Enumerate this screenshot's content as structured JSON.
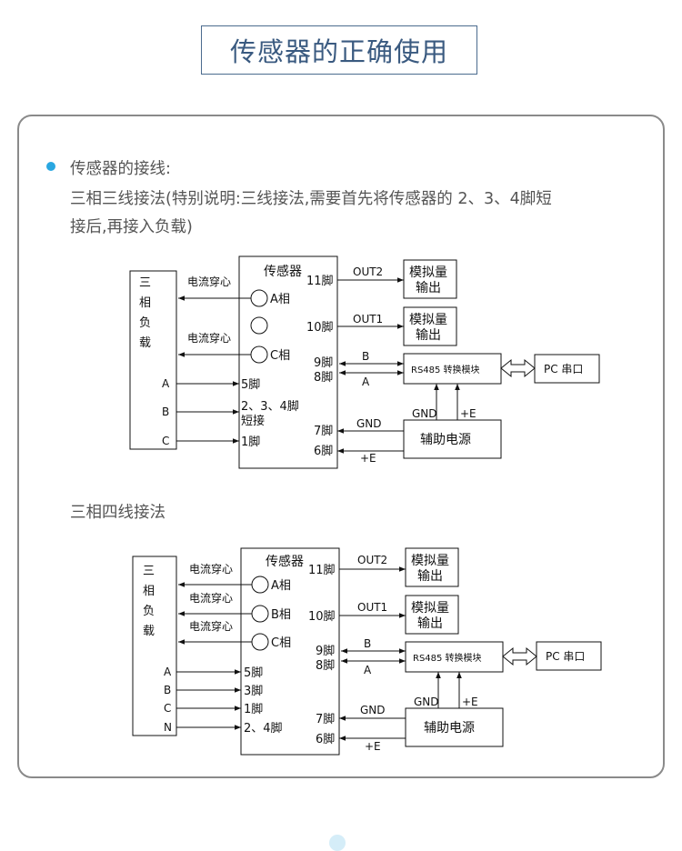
{
  "header": {
    "title": "传感器的正确使用"
  },
  "intro": {
    "heading": "传感器的接线:",
    "line1": "三相三线接法(特别说明:三线接法,需要首先将传感器的 2、3、4脚短",
    "line2": "接后,再接入负载)",
    "section2": "三相四线接法"
  },
  "diagram1": {
    "load": [
      "三",
      "相",
      "负",
      "载"
    ],
    "sensor": "传感器",
    "current_label": "电流穿心",
    "phaseA": "A相",
    "phaseC": "C相",
    "inA": "A",
    "inB": "B",
    "inC": "C",
    "pin5": "5脚",
    "pin234": "2、3、4脚",
    "short": "短接",
    "pin1": "1脚",
    "pin11": "11脚",
    "pin10": "10脚",
    "pin9": "9脚",
    "pin8": "8脚",
    "pin7": "7脚",
    "pin6": "6脚",
    "out2": "OUT2",
    "out1": "OUT1",
    "wireB": "B",
    "wireA": "A",
    "analog": [
      "模拟量",
      "输出"
    ],
    "rs485": "RS485 转换模块",
    "pc": "PC 串口",
    "gnd": "GND",
    "pe": "+E",
    "power": "辅助电源"
  },
  "diagram2": {
    "load": [
      "三",
      "相",
      "负",
      "载"
    ],
    "sensor": "传感器",
    "current_label": "电流穿心",
    "phaseA": "A相",
    "phaseB": "B相",
    "phaseC": "C相",
    "inA": "A",
    "inB": "B",
    "inC": "C",
    "inN": "N",
    "pin5": "5脚",
    "pin3": "3脚",
    "pin1": "1脚",
    "pin24": "2、4脚",
    "pin11": "11脚",
    "pin10": "10脚",
    "pin9": "9脚",
    "pin8": "8脚",
    "pin7": "7脚",
    "pin6": "6脚",
    "out2": "OUT2",
    "out1": "OUT1",
    "wireB": "B",
    "wireA": "A",
    "analog": [
      "模拟量",
      "输出"
    ],
    "rs485": "RS485 转换模块",
    "pc": "PC 串口",
    "gnd": "GND",
    "pe": "+E",
    "power": "辅助电源"
  }
}
